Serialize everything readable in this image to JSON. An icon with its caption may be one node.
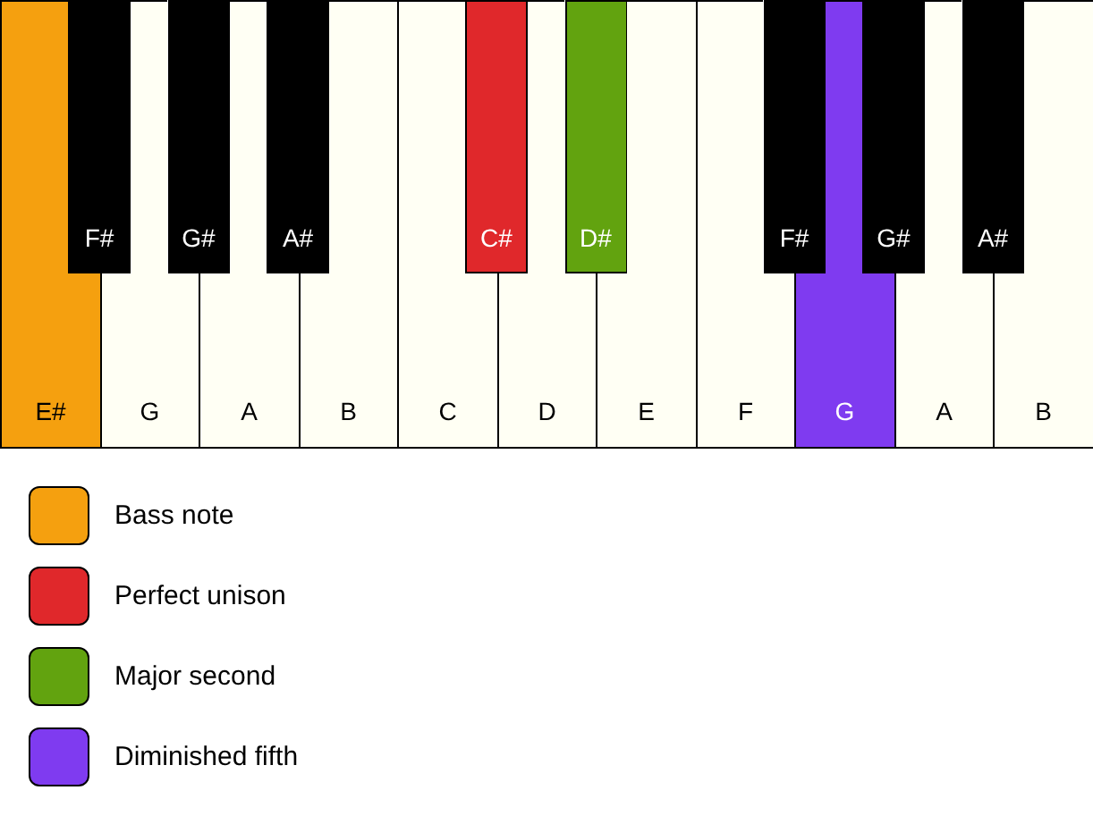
{
  "diagram": {
    "nodes": [
      {
        "text": [
          "F#"
        ]
      },
      {
        "text": [
          "G#"
        ]
      },
      {
        "text": [
          "A#"
        ]
      },
      {
        "text": [
          "C#"
        ]
      },
      {
        "text": [
          "D#"
        ]
      },
      {
        "text": [
          "F#"
        ]
      },
      {
        "text": [
          "G#"
        ]
      },
      {
        "text": [
          "A#"
        ]
      },
      {
        "text": [
          "E#"
        ]
      },
      {
        "text": [
          "G"
        ]
      },
      {
        "text": [
          "A"
        ]
      },
      {
        "text": [
          "B"
        ]
      },
      {
        "text": [
          "C"
        ]
      },
      {
        "text": [
          "D"
        ]
      },
      {
        "text": [
          "E"
        ]
      },
      {
        "text": [
          "F"
        ]
      },
      {
        "text": [
          "G"
        ]
      },
      {
        "text": [
          "A"
        ]
      },
      {
        "text": [
          "B"
        ]
      }
    ],
    "legend": [
      {
        "text": "Bass note",
        "color": "#f5a00f"
      },
      {
        "text": "Perfect unison",
        "color": "#e0282b"
      },
      {
        "text": "Major second",
        "color": "#62a30f"
      },
      {
        "text": "Diminished fifth",
        "color": "#7f3bf0"
      }
    ]
  }
}
